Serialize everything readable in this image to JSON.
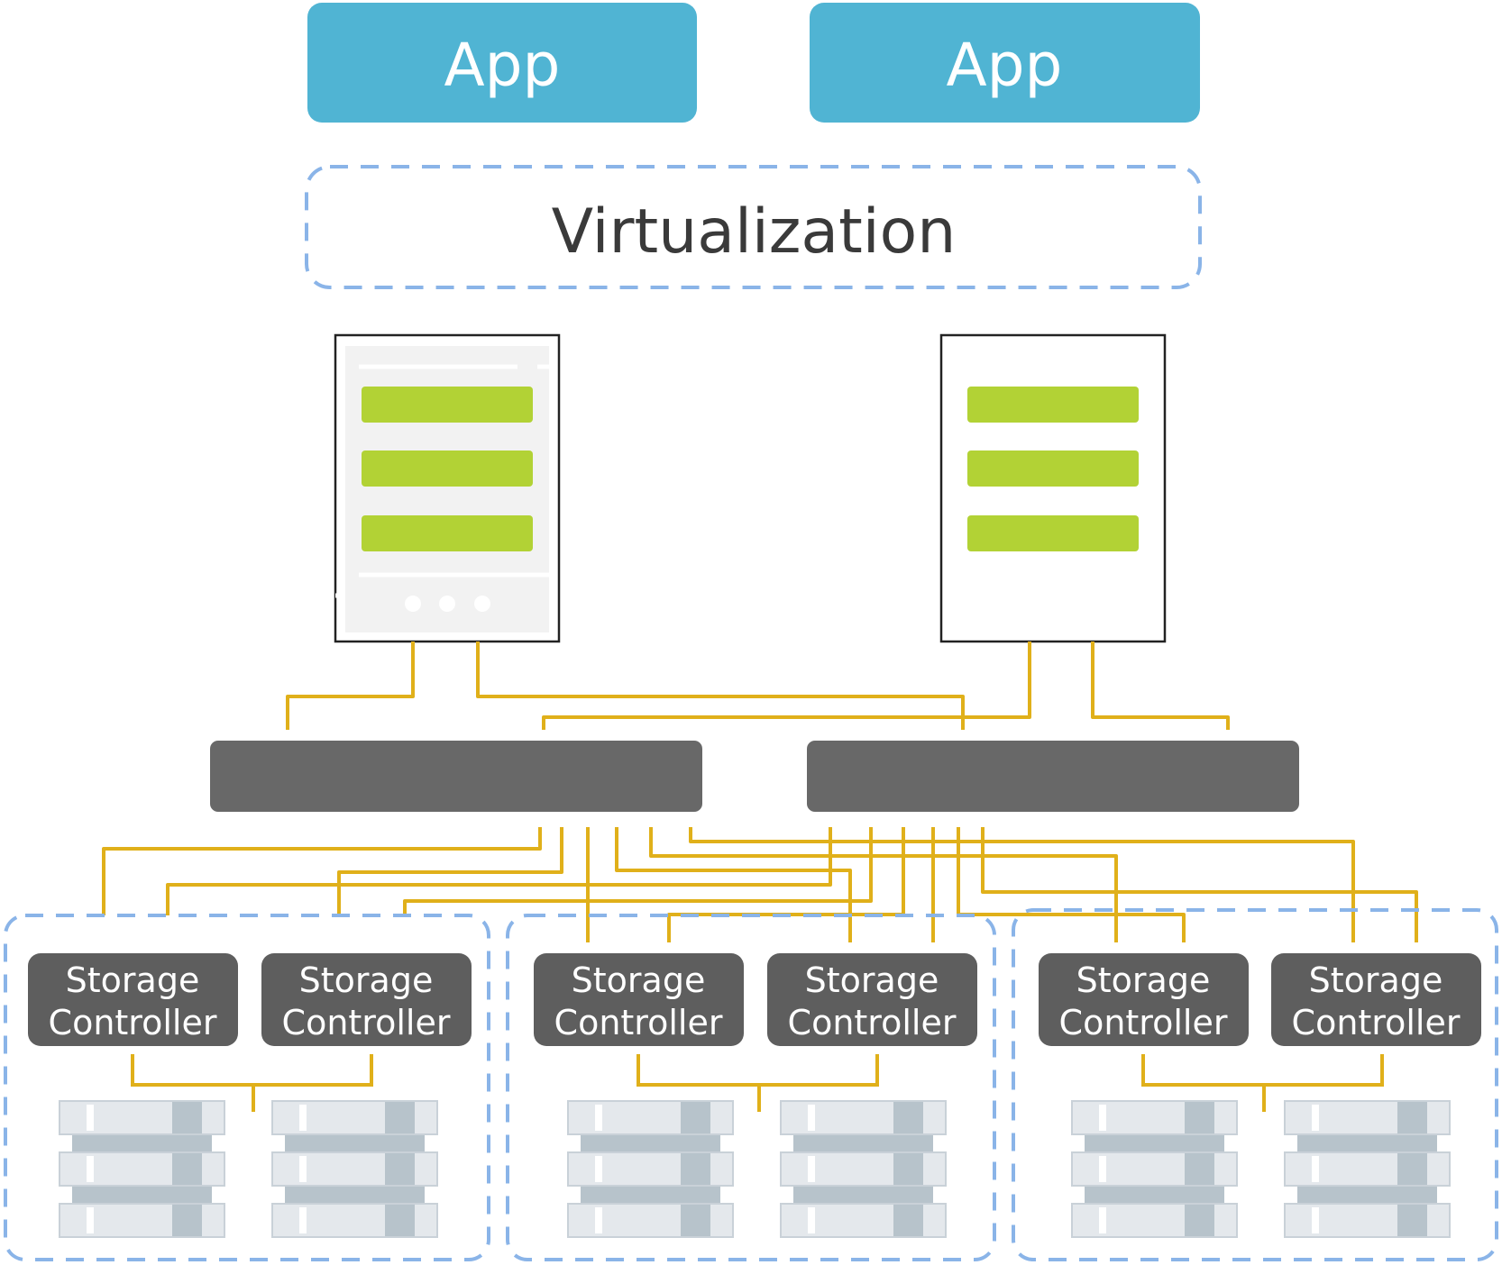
{
  "apps": [
    {
      "label": "App"
    },
    {
      "label": "App"
    }
  ],
  "virtualization": {
    "label": "Virtualization"
  },
  "servers": [
    {
      "kind": "server",
      "bays": 3
    },
    {
      "kind": "server",
      "bays": 3
    }
  ],
  "switches": [
    {
      "kind": "network-switch"
    },
    {
      "kind": "network-switch"
    }
  ],
  "storage_nodes": [
    {
      "controllers": [
        {
          "label_line1": "Storage",
          "label_line2": "Controller"
        },
        {
          "label_line1": "Storage",
          "label_line2": "Controller"
        }
      ],
      "disk_stacks": 2,
      "disks_per_stack": 3
    },
    {
      "controllers": [
        {
          "label_line1": "Storage",
          "label_line2": "Controller"
        },
        {
          "label_line1": "Storage",
          "label_line2": "Controller"
        }
      ],
      "disk_stacks": 2,
      "disks_per_stack": 3
    },
    {
      "controllers": [
        {
          "label_line1": "Storage",
          "label_line2": "Controller"
        },
        {
          "label_line1": "Storage",
          "label_line2": "Controller"
        }
      ],
      "disk_stacks": 2,
      "disks_per_stack": 3
    }
  ],
  "colors": {
    "app_fill": "#50b4d3",
    "app_text": "#ffffff",
    "dashed_border": "#8ab4e8",
    "virtualization_text": "#3a3a3a",
    "server_border": "#222222",
    "server_panel": "#f2f2f2",
    "server_bay": "#b2d235",
    "switch_fill": "#686868",
    "controller_fill": "#5e5e5e",
    "controller_text": "#ffffff",
    "connector": "#e0b01a",
    "disk_light": "#e4e8ec",
    "disk_dark": "#b7c3cb",
    "disk_border": "#c9d1d8"
  }
}
